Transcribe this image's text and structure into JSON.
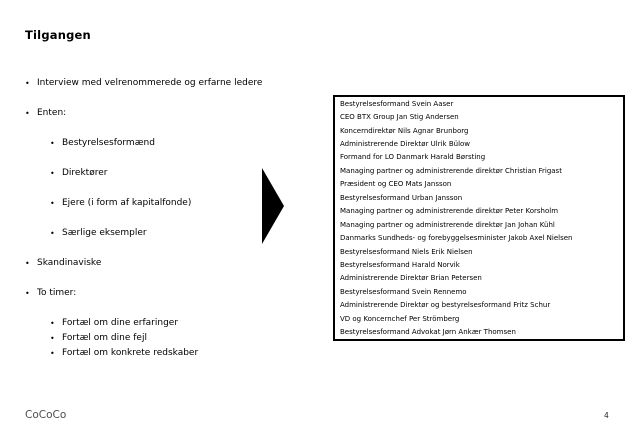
{
  "slide": {
    "title": "Tilgangen",
    "footer": {
      "brand": "CoCoCo",
      "page_number": "4"
    }
  },
  "bullets": {
    "bullet_char": "•",
    "items": [
      {
        "level": 1,
        "text": "Interview med velrenommerede og erfarne ledere"
      },
      {
        "level": 1,
        "text": "Enten:"
      },
      {
        "level": 2,
        "text": "Bestyrelsesformænd"
      },
      {
        "level": 2,
        "text": "Direktører"
      },
      {
        "level": 2,
        "text": "Ejere (i form af kapitalfonde)"
      },
      {
        "level": 2,
        "text": "Særlige eksempler"
      },
      {
        "level": 1,
        "text": "Skandinaviske"
      },
      {
        "level": 1,
        "text": "To timer:"
      },
      {
        "level": 2,
        "text": "Fortæl om dine erfaringer"
      },
      {
        "level": 2,
        "text": "Fortæl om dine fejl"
      },
      {
        "level": 2,
        "text": "Fortæl om konkrete redskaber"
      }
    ]
  },
  "interviewees": {
    "rows": [
      "Bestyrelsesformand Svein Aaser",
      "CEO BTX Group Jan Stig Andersen",
      "Koncerndirektør Nils Agnar Brunborg",
      "Administrerende Direktør Ulrik Bülow",
      "Formand for LO Danmark Harald Børsting",
      "Managing partner og administrerende direktør Christian Frigast",
      "Præsident og CEO Mats Jansson",
      "Bestyrelsesformand Urban Jansson",
      "Managing partner og administrerende direktør Peter Korsholm",
      "Managing partner og administrerende direktør Jan Johan Kühl",
      "Danmarks Sundheds- og forebyggelsesminister Jakob Axel Nielsen",
      "Bestyrelsesformand Niels Erik Nielsen",
      "Bestyrelsesformand Harald Norvik",
      "Administrerende Direktør Brian Petersen",
      "Bestyrelsesformand Svein Rennemo",
      "Administrerende Direktør og bestyrelsesformand Fritz Schur",
      "VD og Koncernchef Per Strömberg",
      "Bestyrelsesformand Advokat Jørn Ankær Thomsen"
    ]
  },
  "colors": {
    "text": "#000000",
    "footer_text": "#4d4d4d",
    "box_border": "#000000",
    "arrow_fill": "#000000"
  }
}
